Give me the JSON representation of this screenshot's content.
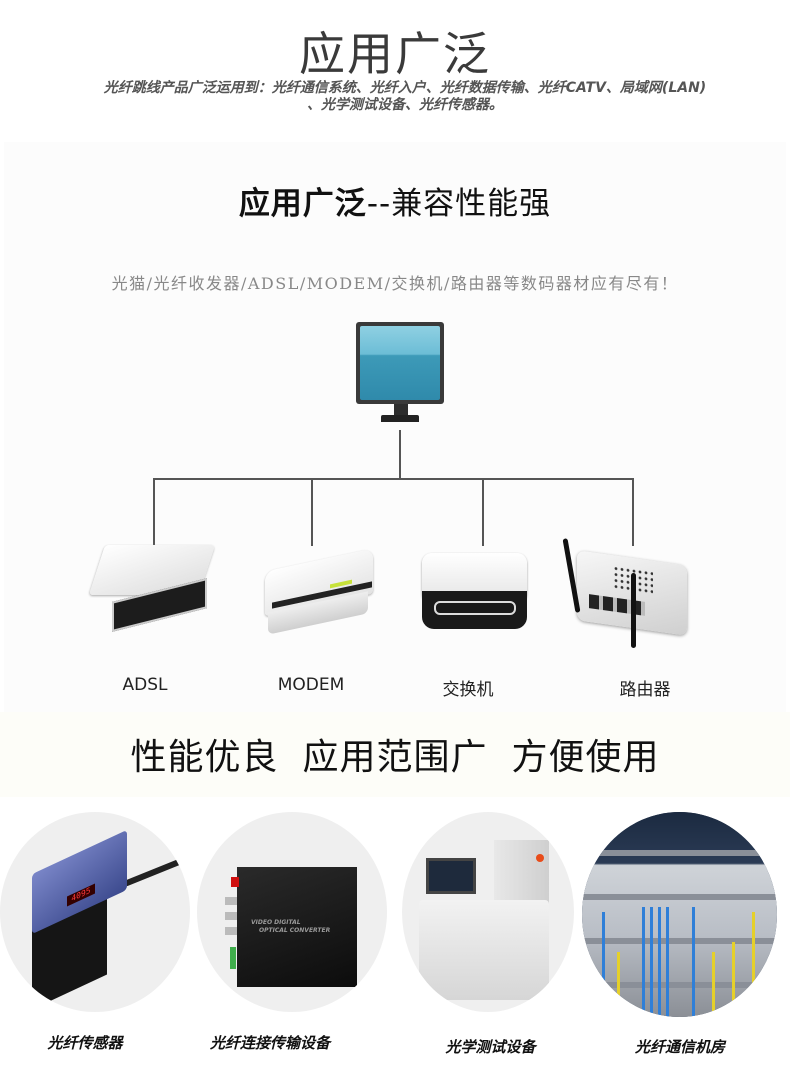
{
  "header": {
    "title": "应用广泛",
    "intro_line1": "光纤跳线产品广泛运用到：光纤通信系统、光纤入户、光纤数据传输、光纤CATV、局域网(LAN)",
    "intro_line2": "、光学测试设备、光纤传感器。"
  },
  "compat": {
    "title_bold": "应用广泛",
    "title_sep": "--",
    "title_light": "兼容性能强",
    "subtitle": "光猫/光纤收发器/ADSL/MODEM/交换机/路由器等数码器材应有尽有！",
    "hub_icon": "monitor-icon",
    "devices": [
      {
        "label": "ADSL",
        "icon": "adsl-device-icon"
      },
      {
        "label": "MODEM",
        "icon": "modem-device-icon"
      },
      {
        "label": "交换机",
        "icon": "switch-device-icon"
      },
      {
        "label": "路由器",
        "icon": "router-device-icon"
      }
    ]
  },
  "features": {
    "items": [
      "性能优良",
      "应用范围广",
      "方便使用"
    ]
  },
  "applications": [
    {
      "label": "光纤传感器",
      "image": "fiber-sensor-photo",
      "display_value": "4095"
    },
    {
      "label": "光纤连接传输设备",
      "image": "video-optical-converter-photo",
      "product_text_1": "VIDEO DIGITAL",
      "product_text_2": "OPTICAL CONVERTER"
    },
    {
      "label": "光学测试设备",
      "image": "optical-test-machine-photo"
    },
    {
      "label": "光纤通信机房",
      "image": "fiber-server-room-photo"
    }
  ],
  "colors": {
    "title_gray": "#3a3a3a",
    "monitor_screen": "#3d9ab8",
    "tree_line": "#555555",
    "rack_cable_blue": "#2f7fd8",
    "rack_cable_yellow": "#e5d02a"
  }
}
